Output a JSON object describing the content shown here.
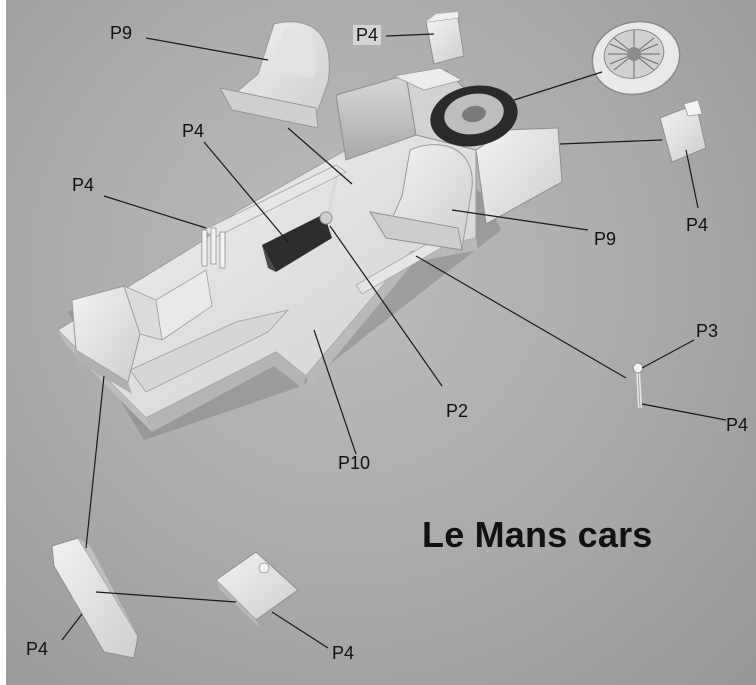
{
  "caption": "Le Mans cars",
  "labels": {
    "seat_top": "P9",
    "clip_top": "P4",
    "floor_left": "P4",
    "tray_left": "P4",
    "clip_right": "P4",
    "seat_right": "P9",
    "pin_top": "P3",
    "pin_bottom": "P4",
    "stick": "P2",
    "chassis": "P10",
    "panel_left": "P4",
    "panel_right": "P4"
  }
}
